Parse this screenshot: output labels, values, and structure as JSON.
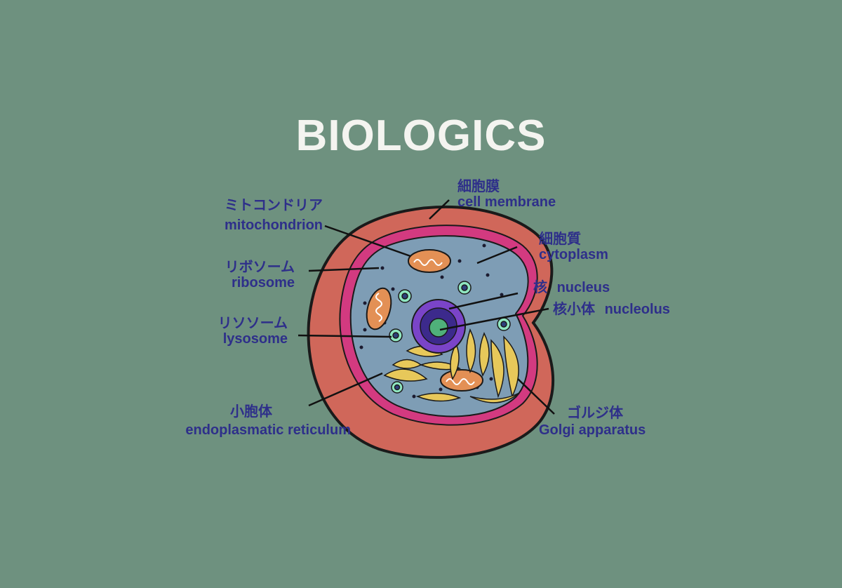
{
  "title": "BIOLOGICS",
  "labels": {
    "cell_membrane": {
      "ja": "細胞膜",
      "en": "cell membrane"
    },
    "mitochondrion": {
      "ja": "ミトコンドリア",
      "en": "mitochondrion"
    },
    "cytoplasm": {
      "ja": "細胞質",
      "en": "cytoplasm"
    },
    "ribosome": {
      "ja": "リボソーム",
      "en": "ribosome"
    },
    "nucleus": {
      "ja": "核",
      "en": "nucleus"
    },
    "nucleolus": {
      "ja": "核小体",
      "en": "nucleolus"
    },
    "lysosome": {
      "ja": "リソソーム",
      "en": "lysosome"
    },
    "er": {
      "ja": "小胞体",
      "en": "endoplasmatic reticulum"
    },
    "golgi": {
      "ja": "ゴルジ体",
      "en": "Golgi apparatus"
    }
  },
  "colors": {
    "background": "#6e917f",
    "label_text": "#2e2f8a",
    "membrane_outer": "#d0675a",
    "membrane_inner": "#d33a80",
    "cytoplasm": "#7e9db5",
    "nucleus": "#7a44c8",
    "nucleolus": "#4fb07a",
    "golgi": "#e7c85a"
  }
}
